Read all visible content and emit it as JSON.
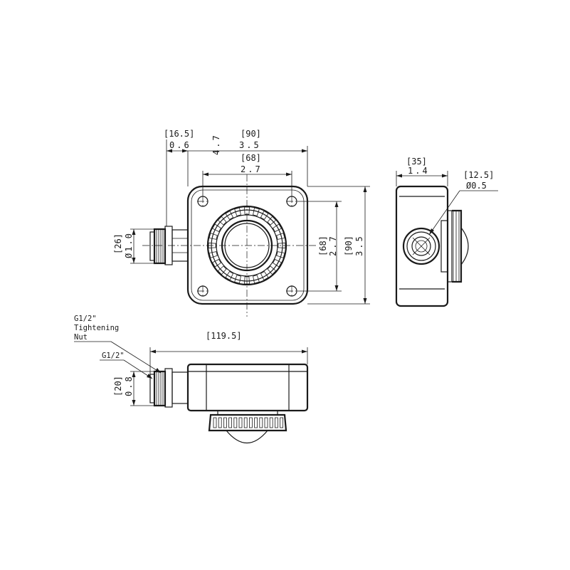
{
  "top_view": {
    "dim_offset_mm": "[16.5]",
    "dim_offset_in": "0.6",
    "dim_overall_in": "4.7",
    "dim_width_mm": "[90]",
    "dim_width_in": "3.5",
    "dim_holes_mm": "[68]",
    "dim_holes_in": "2.7",
    "dim_fitting_mm": "[26]",
    "dim_fitting_in": "Ø1.0",
    "dim_hole_v_mm": "[68]",
    "dim_hole_v_in": "2.7",
    "dim_height_mm": "[90]",
    "dim_height_in": "3.5"
  },
  "side_view": {
    "dim_depth_mm": "[35]",
    "dim_depth_in": "1.4",
    "dim_dia_mm": "[12.5]",
    "dim_dia_in": "Ø0.5"
  },
  "front_view": {
    "dim_total_mm": "[119.5]",
    "dim_thread_mm": "[20]",
    "dim_thread_in": "0.8",
    "note_nut_line1": "G1/2\"",
    "note_nut_line2": "Tightening",
    "note_nut_line3": "Nut",
    "note_thread": "G1/2\""
  }
}
